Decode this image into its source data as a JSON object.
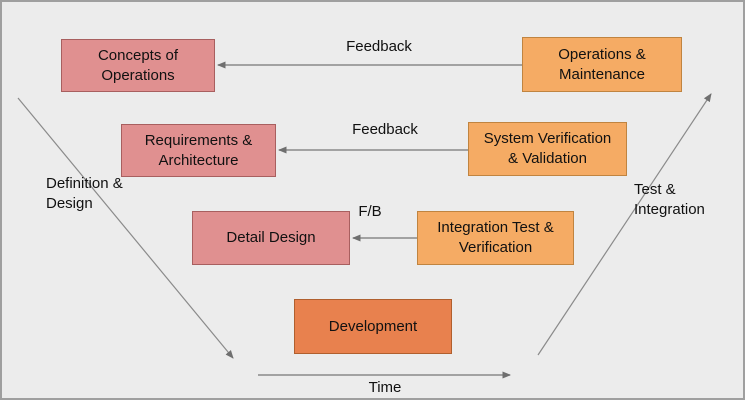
{
  "boxes": [
    {
      "id": "concepts-of-operations",
      "line1": "Concepts of",
      "line2": "Operations",
      "fill": "#e09090",
      "border": "#a85f5f"
    },
    {
      "id": "operations-maintenance",
      "line1": "Operations &",
      "line2": "Maintenance",
      "fill": "#f5ab64",
      "border": "#c08440"
    },
    {
      "id": "requirements-architecture",
      "line1": "Requirements &",
      "line2": "Architecture",
      "fill": "#e09090",
      "border": "#a85f5f"
    },
    {
      "id": "system-verification-validation",
      "line1": "System Verification",
      "line2": "& Validation",
      "fill": "#f5ab64",
      "border": "#c08440"
    },
    {
      "id": "detail-design",
      "line1": "Detail Design",
      "line2": "",
      "fill": "#e09090",
      "border": "#a85f5f"
    },
    {
      "id": "integration-test-verification",
      "line1": "Integration Test &",
      "line2": "Verification",
      "fill": "#f5ab64",
      "border": "#c08440"
    },
    {
      "id": "development",
      "line1": "Development",
      "line2": "",
      "fill": "#e8814e",
      "border": "#b05f2e"
    }
  ],
  "labels": {
    "feedback_top": "Feedback",
    "feedback_mid": "Feedback",
    "fb": "F/B",
    "time": "Time",
    "definition_line1": "Definition &",
    "definition_line2": "Design",
    "test_line1": "Test &",
    "test_line2": "Integration"
  },
  "colors": {
    "background": "#ececec",
    "outer_border": "#9f9f9f",
    "pink_fill": "#e09090",
    "pink_border": "#a85f5f",
    "orange_fill": "#f5ab64",
    "orange_border": "#c08440",
    "development_fill": "#e8814e",
    "development_border": "#b05f2e",
    "arrow": "#8a8a8a",
    "text": "#111111"
  }
}
